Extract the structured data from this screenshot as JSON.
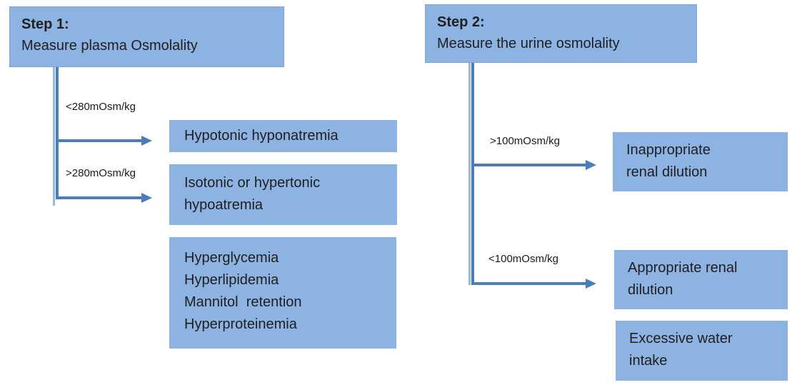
{
  "diagram": {
    "background": "#ffffff",
    "colors": {
      "box_fill": "#8DB3E2",
      "box_border": "#7EA4D2",
      "connector": "#4A7EBB",
      "connector_light": "#9CB8DC",
      "text": "#1f1f1f"
    },
    "step1": {
      "title": "Step 1:",
      "subtitle": "Measure plasma Osmolality",
      "branches": [
        {
          "label": "<280mOsm/kg"
        },
        {
          "label": ">280mOsm/kg"
        }
      ],
      "boxes": {
        "hypotonic": {
          "lines": [
            "Hypotonic hyponatremia"
          ]
        },
        "isotonic": {
          "lines": [
            "Isotonic or hypertonic",
            "hypoatremia"
          ]
        },
        "causes": {
          "lines": [
            "Hyperglycemia",
            "Hyperlipidemia",
            "Mannitol  retention",
            "Hyperproteinemia"
          ]
        }
      }
    },
    "step2": {
      "title": "Step 2:",
      "subtitle": "Measure the urine osmolality",
      "branches": [
        {
          "label": ">100mOsm/kg"
        },
        {
          "label": "<100mOsm/kg"
        }
      ],
      "boxes": {
        "inappropriate": {
          "lines": [
            "Inappropriate",
            "renal dilution"
          ]
        },
        "appropriate": {
          "lines": [
            "Appropriate renal",
            "dilution"
          ]
        },
        "excessive": {
          "lines": [
            "Excessive water",
            "intake"
          ]
        }
      }
    }
  }
}
